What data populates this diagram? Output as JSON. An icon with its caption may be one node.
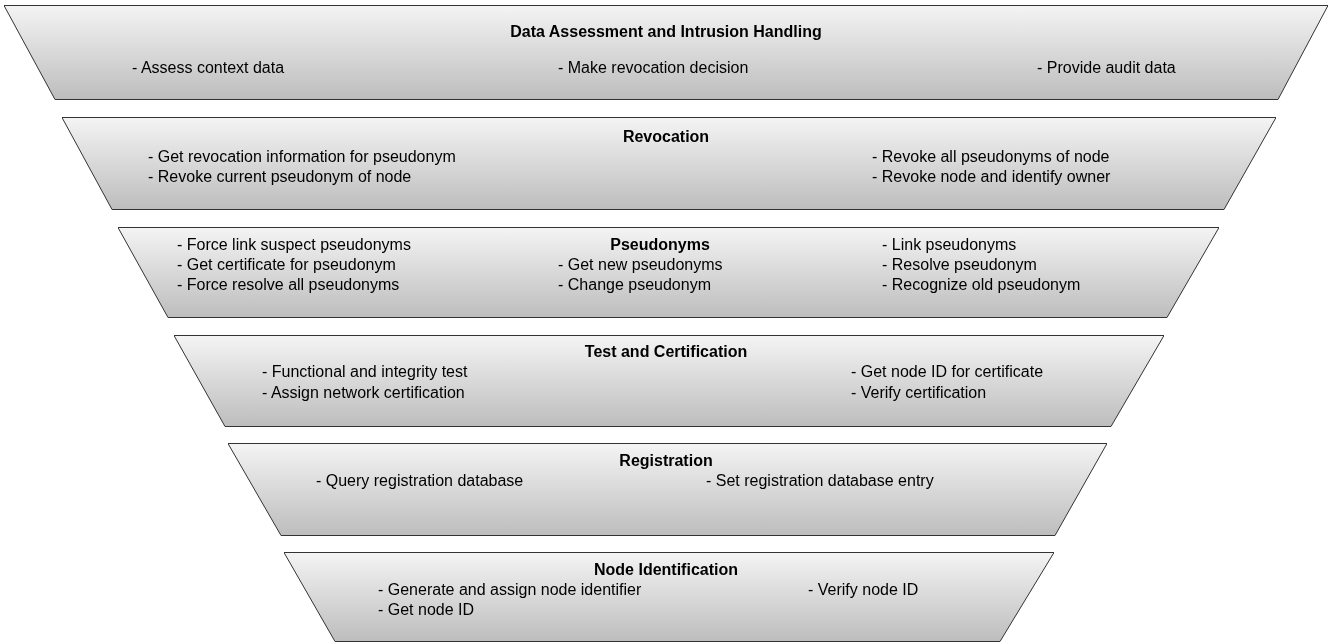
{
  "diagram": {
    "nodes": [
      {
        "text": [
          "Data Assessment and Intrusion Handling",
          "- Assess context data",
          "- Make revocation decision",
          "- Provide audit data"
        ]
      },
      {
        "text": [
          "Revocation",
          "- Get revocation information for pseudonym",
          "- Revoke current pseudonym of node",
          "- Revoke all pseudonyms of node",
          "- Revoke node and identify owner"
        ]
      },
      {
        "text": [
          "Pseudonyms",
          "- Force link suspect pseudonyms",
          "- Get certificate for pseudonym",
          "- Force resolve all pseudonyms",
          "- Get new pseudonyms",
          "- Change pseudonym",
          "- Link pseudonyms",
          "- Resolve pseudonym",
          "- Recognize old pseudonym"
        ]
      },
      {
        "text": [
          "Test and Certification",
          "- Functional and integrity test",
          "- Assign network certification",
          "- Get node ID for certificate",
          "- Verify certification"
        ]
      },
      {
        "text": [
          "Registration",
          "- Query registration database",
          "- Set registration database entry"
        ]
      },
      {
        "text": [
          "Node Identification",
          "- Generate and assign node identifier",
          "- Get node ID",
          "- Verify node ID"
        ]
      }
    ]
  }
}
